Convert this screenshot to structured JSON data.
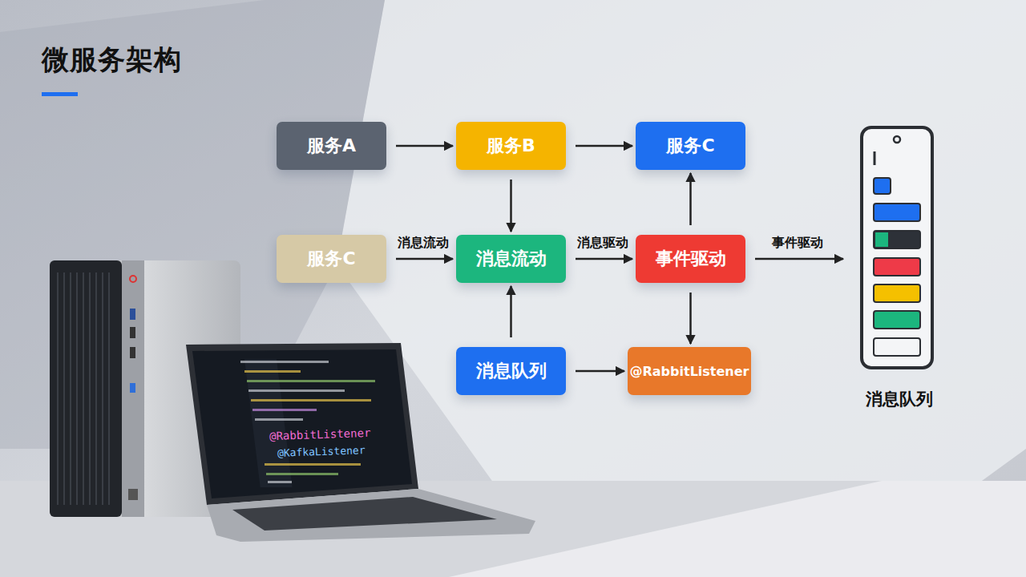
{
  "diagram": {
    "title": "微服务架构",
    "nodes": [
      {
        "text": [
          "服务A"
        ]
      },
      {
        "text": [
          "服务B"
        ]
      },
      {
        "text": [
          "服务C"
        ]
      },
      {
        "text": [
          "服务C"
        ]
      },
      {
        "text": [
          "消息流动"
        ]
      },
      {
        "text": [
          "事件驱动"
        ]
      },
      {
        "text": [
          "消息队列"
        ]
      },
      {
        "text": [
          "@RabbitListener"
        ]
      },
      {
        "text": [
          "消息队列"
        ]
      }
    ],
    "edges": [
      {
        "from": 0,
        "to": 1,
        "arrow": "to"
      },
      {
        "from": 1,
        "to": 2,
        "arrow": "to"
      },
      {
        "from": 1,
        "to": 4,
        "arrow": "to"
      },
      {
        "from": 3,
        "to": 4,
        "label": "消息流动",
        "arrow": "to"
      },
      {
        "from": 4,
        "to": 5,
        "label": "消息驱动",
        "arrow": "to"
      },
      {
        "from": 5,
        "to": 2,
        "arrow": "to"
      },
      {
        "from": 5,
        "to": 8,
        "label": "事件驱动",
        "arrow": "to"
      },
      {
        "from": 6,
        "to": 4,
        "arrow": "to"
      },
      {
        "from": 6,
        "to": 7,
        "arrow": "to"
      },
      {
        "from": 5,
        "to": 7,
        "arrow": "to"
      }
    ],
    "labels": [
      "@RabbitListener",
      "@KafkaListener"
    ]
  }
}
